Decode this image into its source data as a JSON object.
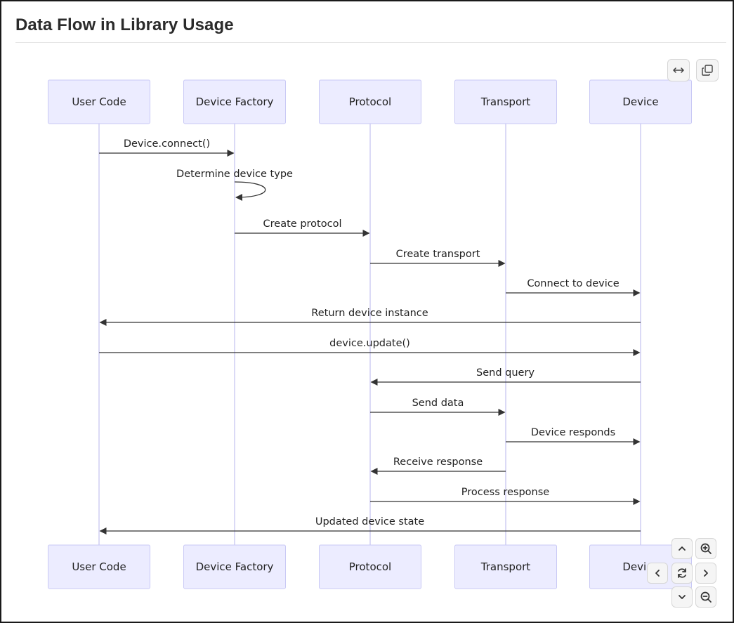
{
  "title": "Data Flow in Library Usage",
  "participants": [
    "User Code",
    "Device Factory",
    "Protocol",
    "Transport",
    "Device"
  ],
  "messages": [
    {
      "from": 0,
      "to": 1,
      "label": "Device.connect()"
    },
    {
      "from": 1,
      "to": 1,
      "label": "Determine device type",
      "self": true
    },
    {
      "from": 1,
      "to": 2,
      "label": "Create protocol"
    },
    {
      "from": 2,
      "to": 3,
      "label": "Create transport"
    },
    {
      "from": 3,
      "to": 4,
      "label": "Connect to device"
    },
    {
      "from": 4,
      "to": 0,
      "label": "Return device instance"
    },
    {
      "from": 0,
      "to": 4,
      "label": "device.update()"
    },
    {
      "from": 4,
      "to": 2,
      "label": "Send query"
    },
    {
      "from": 2,
      "to": 3,
      "label": "Send data"
    },
    {
      "from": 3,
      "to": 4,
      "label": "Device responds"
    },
    {
      "from": 3,
      "to": 2,
      "label": "Receive response"
    },
    {
      "from": 2,
      "to": 4,
      "label": "Process response"
    },
    {
      "from": 4,
      "to": 0,
      "label": "Updated device state"
    }
  ],
  "controls": {
    "top": [
      "expand-icon",
      "copy-icon"
    ],
    "bottom": [
      "pan-up-icon",
      "zoom-in-icon",
      "pan-left-icon",
      "reset-icon",
      "pan-right-icon",
      "pan-down-icon",
      "zoom-out-icon"
    ]
  },
  "colors": {
    "participant_fill": "#ececff",
    "participant_stroke": "#c9c9f5",
    "lifeline": "#cfcdf3",
    "arrow": "#333333"
  }
}
